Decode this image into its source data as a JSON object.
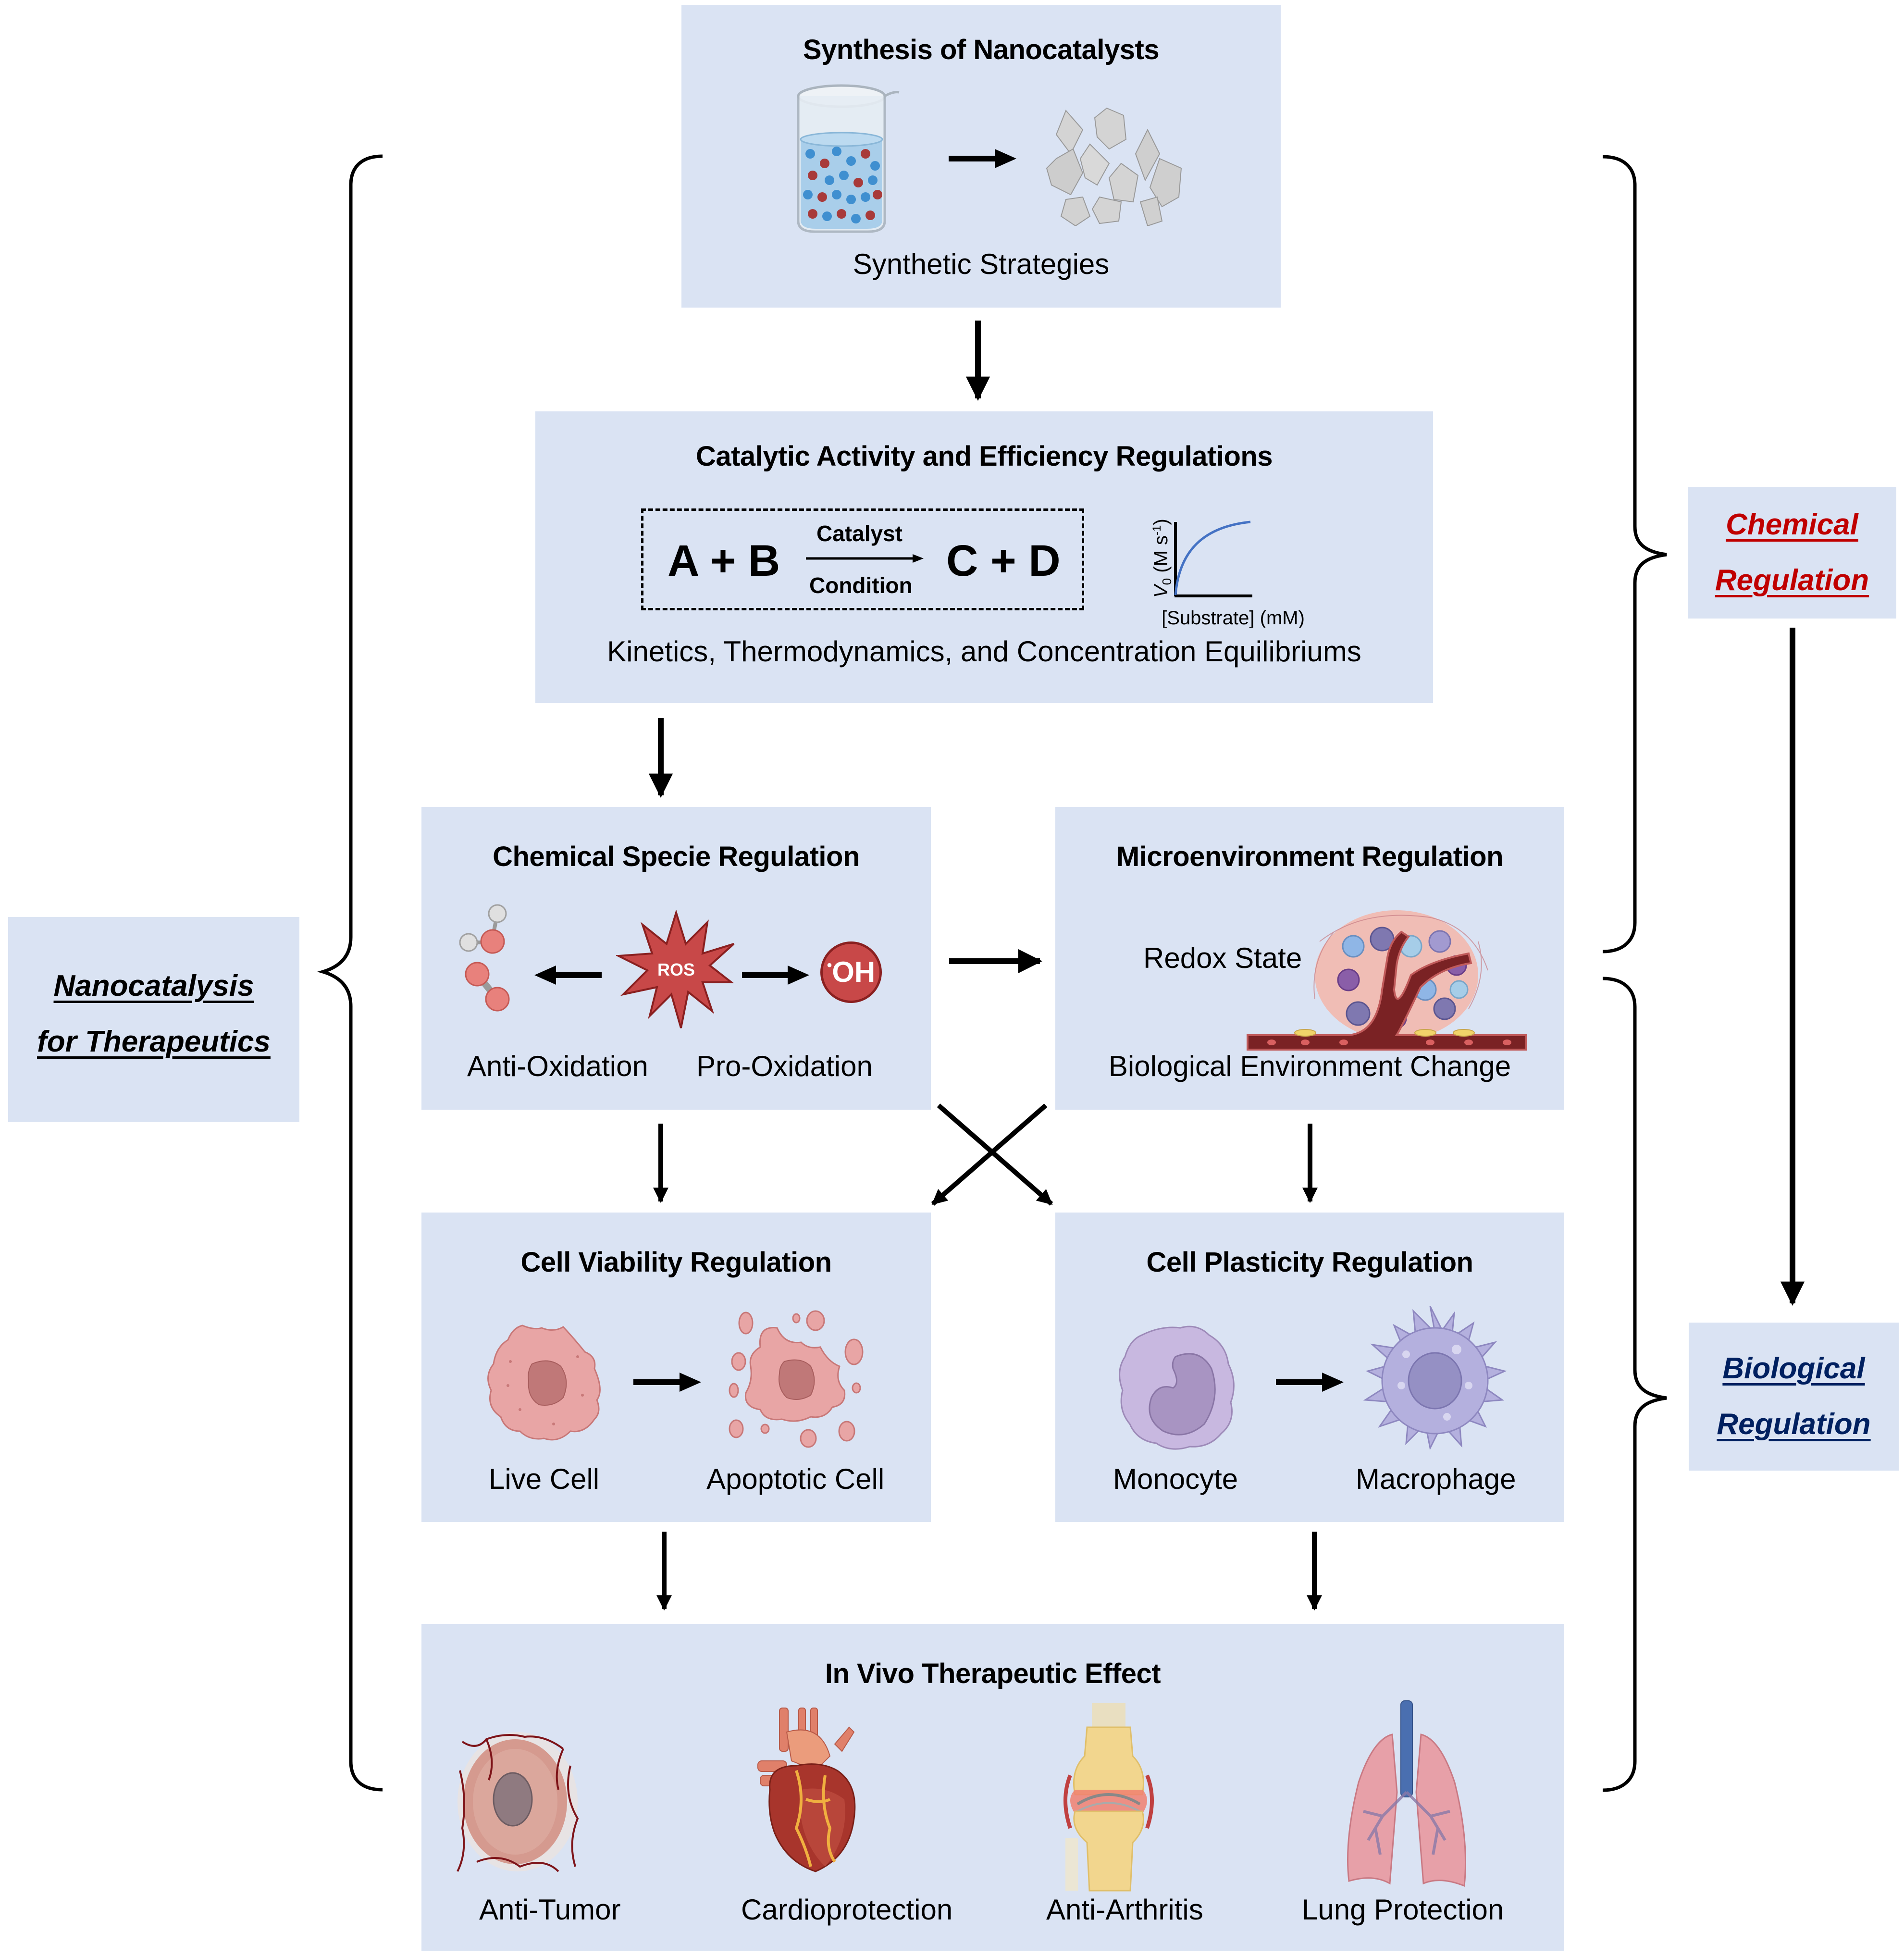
{
  "side_labels": {
    "left": {
      "line1": "Nanocatalysis",
      "line2": "for Therapeutics",
      "color": "#000000"
    },
    "chemical": {
      "line1": "Chemical",
      "line2": "Regulation",
      "color": "#c00000"
    },
    "biological": {
      "line1": "Biological",
      "line2": "Regulation",
      "color": "#002060"
    }
  },
  "synthesis": {
    "title": "Synthesis of Nanocatalysts",
    "caption": "Synthetic Strategies",
    "icons": [
      "beaker-with-particles-icon",
      "nanocrystals-icon"
    ]
  },
  "catalytic": {
    "title": "Catalytic Activity and Efficiency Regulations",
    "reactants": "A + B",
    "products": "C + D",
    "above_arrow": "Catalyst",
    "below_arrow": "Condition",
    "caption": "Kinetics, Thermodynamics, and Concentration Equilibriums",
    "mini_chart": {
      "ylabel_main": "V",
      "ylabel_sub": "0",
      "ylabel_unit": " (M s",
      "ylabel_sup": "-1",
      "ylabel_close": ")",
      "xlabel": "[Substrate] (mM)",
      "curve_color": "#4472c4"
    }
  },
  "chemical_specie": {
    "title": "Chemical Specie Regulation",
    "center_badge": "ROS",
    "radical": "OH",
    "radical_dot": "•",
    "left_caption": "Anti-Oxidation",
    "right_caption": "Pro-Oxidation",
    "icons": [
      "water-molecule-icon",
      "oxygen-molecule-icon",
      "ros-burst-icon",
      "hydroxyl-radical-icon"
    ]
  },
  "microenvironment": {
    "title": "Microenvironment Regulation",
    "inner_label": "Redox State",
    "caption": "Biological Environment Change",
    "icons": [
      "tumor-microenvironment-icon"
    ]
  },
  "cell_viability": {
    "title": "Cell Viability Regulation",
    "left_caption": "Live Cell",
    "right_caption": "Apoptotic Cell",
    "icons": [
      "live-cell-icon",
      "apoptotic-cell-icon"
    ]
  },
  "cell_plasticity": {
    "title": "Cell Plasticity Regulation",
    "left_caption": "Monocyte",
    "right_caption": "Macrophage",
    "icons": [
      "monocyte-icon",
      "macrophage-icon"
    ]
  },
  "in_vivo": {
    "title": "In Vivo Therapeutic Effect",
    "items": [
      {
        "label": "Anti-Tumor",
        "icon": "tumor-icon"
      },
      {
        "label": "Cardioprotection",
        "icon": "heart-icon"
      },
      {
        "label": "Anti-Arthritis",
        "icon": "knee-joint-icon"
      },
      {
        "label": "Lung Protection",
        "icon": "lungs-icon"
      }
    ]
  },
  "colors": {
    "box_fill": "#dae3f3",
    "arrow": "#000000"
  }
}
